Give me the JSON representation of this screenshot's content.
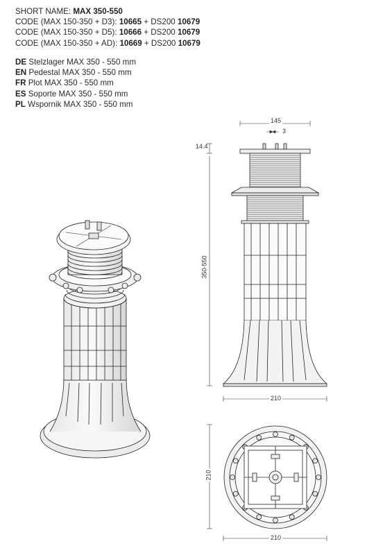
{
  "header": {
    "short_name_label": "SHORT NAME: ",
    "short_name_value": "MAX 350-550",
    "codes": [
      {
        "prefix": "CODE (MAX 150-350 + D3): ",
        "code1": "10665",
        "mid": " + DS200 ",
        "code2": "10679"
      },
      {
        "prefix": "CODE (MAX 150-350 + D5): ",
        "code1": "10666",
        "mid": " + DS200 ",
        "code2": "10679"
      },
      {
        "prefix": "CODE (MAX 150-350 + AD): ",
        "code1": "10669",
        "mid": " + DS200 ",
        "code2": "10679"
      }
    ]
  },
  "languages": [
    {
      "code": "DE",
      "text": " Stelzlager MAX 350 - 550 mm"
    },
    {
      "code": "EN",
      "text": " Pedestal MAX 350 - 550 mm"
    },
    {
      "code": "FR",
      "text": " Plot  MAX 350 - 550 mm"
    },
    {
      "code": "ES",
      "text": " Soporte MAX 350 - 550 mm"
    },
    {
      "code": "PL",
      "text": " Wspornik MAX 350 - 550 mm"
    }
  ],
  "dimensions": {
    "top_width": "145",
    "top_gap": "3",
    "top_thickness": "14.4",
    "height_range": "350-550",
    "base_width_side": "210",
    "base_width_plan": "210",
    "base_height_plan": "210"
  }
}
